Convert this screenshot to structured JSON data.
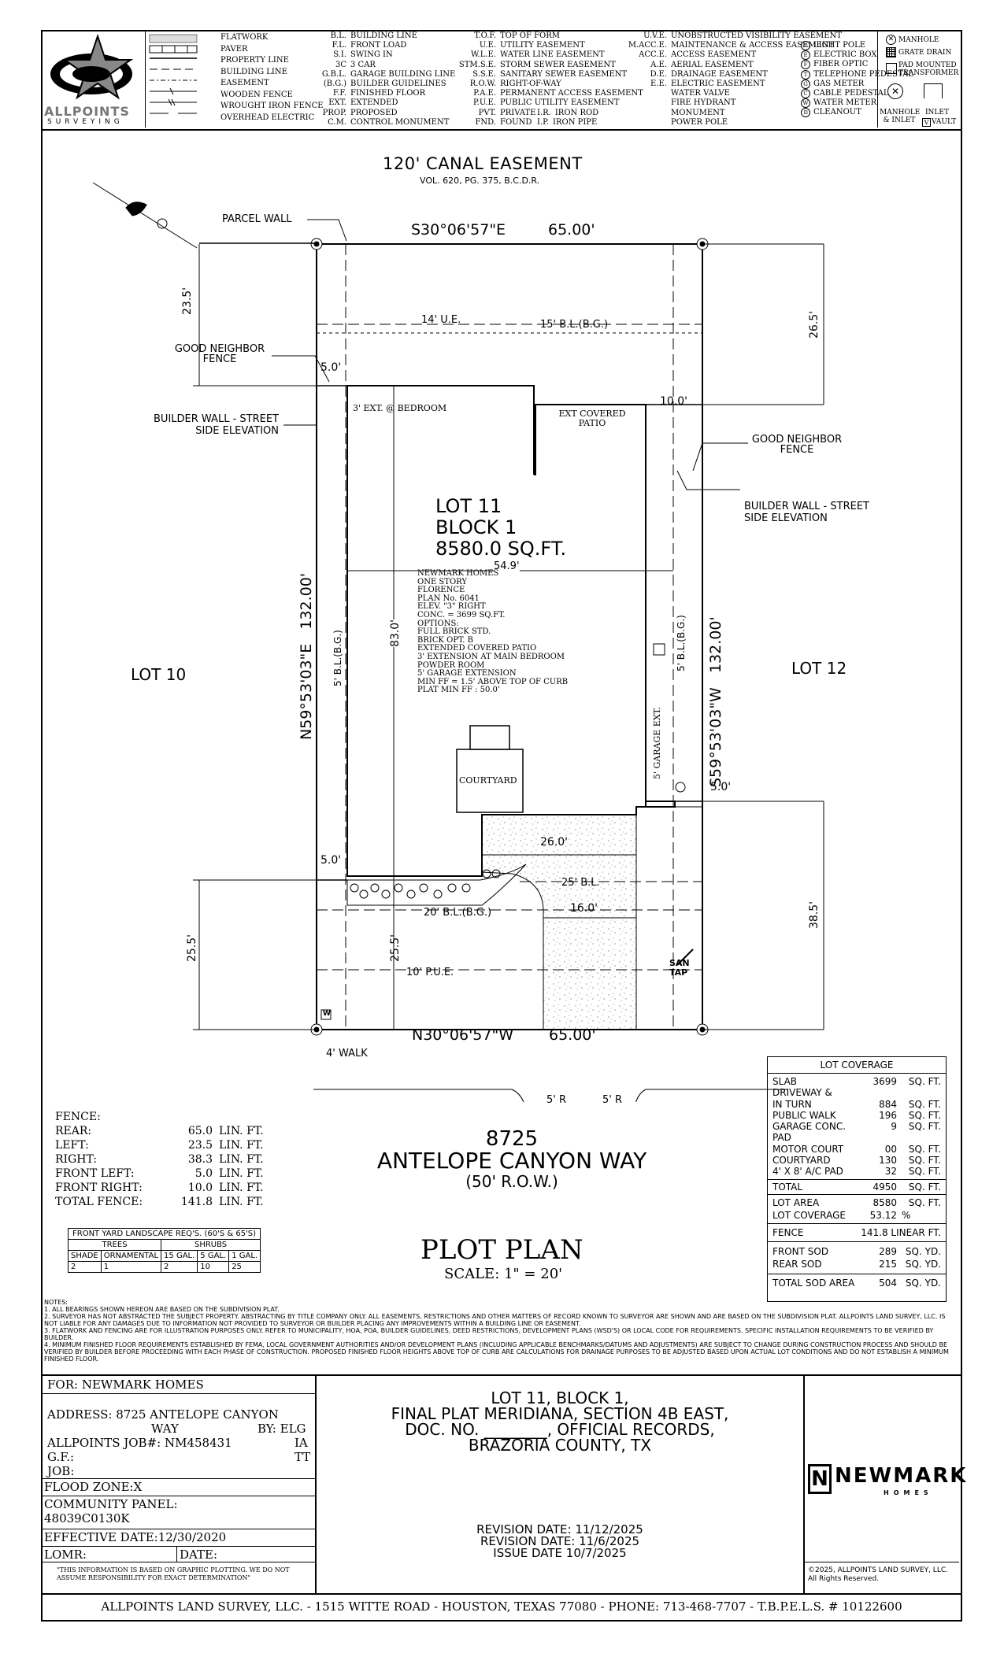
{
  "legend": {
    "brand_name": "ALLPOINTS",
    "brand_sub": "SURVEYING",
    "line_items": [
      "FLATWORK",
      "PAVER",
      "PROPERTY LINE",
      "BUILDING LINE",
      "EASEMENT",
      "WOODEN FENCE",
      "WROUGHT IRON FENCE",
      "OVERHEAD ELECTRIC"
    ],
    "abbr_col1": [
      {
        "code": "B.L.",
        "text": "BUILDING LINE"
      },
      {
        "code": "F.L.",
        "text": "FRONT LOAD"
      },
      {
        "code": "S.I.",
        "text": "SWING IN"
      },
      {
        "code": "3C",
        "text": "3 CAR"
      },
      {
        "code": "G.B.L.",
        "text": "GARAGE BUILDING LINE"
      },
      {
        "code": "(B.G.)",
        "text": "BUILDER GUIDELINES"
      },
      {
        "code": "F.F.",
        "text": "FINISHED FLOOR"
      },
      {
        "code": "EXT.",
        "text": "EXTENDED"
      },
      {
        "code": "PROP.",
        "text": "PROPOSED"
      },
      {
        "code": "C.M.",
        "text": "CONTROL MONUMENT"
      }
    ],
    "abbr_col2": [
      {
        "code": "T.O.F.",
        "text": "TOP OF FORM"
      },
      {
        "code": "U.E.",
        "text": "UTILITY EASEMENT"
      },
      {
        "code": "W.L.E.",
        "text": "WATER LINE EASEMENT"
      },
      {
        "code": "STM.S.E.",
        "text": "STORM SEWER EASEMENT"
      },
      {
        "code": "S.S.E.",
        "text": "SANITARY SEWER EASEMENT"
      },
      {
        "code": "R.O.W.",
        "text": "RIGHT-OF-WAY"
      },
      {
        "code": "P.A.E.",
        "text": "PERMANENT ACCESS EASEMENT"
      },
      {
        "code": "P.U.E.",
        "text": "PUBLIC UTILITY EASEMENT"
      },
      {
        "code": "PVT.",
        "text": "PRIVATE"
      },
      {
        "code": "FND.",
        "text": "FOUND"
      }
    ],
    "abbr_col2b": [
      {
        "code": "I.R.",
        "text": "IRON ROD"
      },
      {
        "code": "I.P.",
        "text": "IRON PIPE"
      }
    ],
    "abbr_col3": [
      {
        "code": "U.V.E.",
        "text": "UNOBSTRUCTED VISIBILITY EASEMENT"
      },
      {
        "code": "M.ACC.E.",
        "text": "MAINTENANCE & ACCESS EASEMENT"
      },
      {
        "code": "ACC.E.",
        "text": "ACCESS EASEMENT"
      },
      {
        "code": "A.E.",
        "text": "AERIAL EASEMENT"
      },
      {
        "code": "D.E.",
        "text": "DRAINAGE EASEMENT"
      },
      {
        "code": "E.E.",
        "text": "ELECTRIC EASEMENT"
      },
      {
        "code": "",
        "text": "WATER VALVE"
      },
      {
        "code": "",
        "text": "FIRE HYDRANT"
      },
      {
        "code": "",
        "text": "MONUMENT"
      },
      {
        "code": "",
        "text": "POWER POLE"
      }
    ],
    "abbr_col4": [
      "LIGHT POLE",
      "ELECTRIC BOX",
      "FIBER OPTIC",
      "TELEPHONE PEDESTAL",
      "GAS METER",
      "CABLE PEDESTAL",
      "WATER METER",
      "CLEANOUT"
    ],
    "abbr_col4_marks": [
      "☼",
      "E",
      "F",
      "T",
      "G",
      "C",
      "W",
      "⊡"
    ],
    "right": {
      "manhole": "MANHOLE",
      "grate": "GRATE DRAIN",
      "pad": "PAD MOUNTED TRANSFORMER",
      "mh_inlet": "MANHOLE & INLET",
      "inlet": "INLET",
      "vault": "VAULT",
      "vault_mark": "V"
    }
  },
  "plan": {
    "canal": "120' CANAL EASEMENT",
    "canal_vol": "VOL. 620, PG. 375, B.C.D.R.",
    "parcel_wall": "PARCEL WALL",
    "top_bearing": "S30°06'57\"E",
    "top_dist": "65.00'",
    "bottom_bearing": "N30°06'57\"W",
    "bottom_dist": "65.00'",
    "left_bearing": "N59°53'03\"E",
    "left_dist": "132.00'",
    "right_bearing": "S59°53'03\"W",
    "right_dist": "132.00'",
    "dim_23_5": "23.5'",
    "dim_26_5": "26.5'",
    "ue14": "14' U.E.",
    "bl15": "15' B.L.(B.G.)",
    "good_neighbor_left": "GOOD NEIGHBOR FENCE",
    "five_left_top": "5.0'",
    "builder_wall_left": "BUILDER WALL - STREET SIDE ELEVATION",
    "ext_bedroom": "3' EXT. @ BEDROOM",
    "ext_patio": "EXT COVERED PATIO",
    "ten": "10.0'",
    "good_neighbor_right": "GOOD NEIGHBOR FENCE",
    "builder_wall_right": "BUILDER WALL - STREET SIDE ELEVATION",
    "lot": "LOT 11",
    "block": "BLOCK 1",
    "sqft": "8580.0 SQ.FT.",
    "width": "54.9'",
    "depth": "83.0'",
    "side_bl_left": "5' B.L.(B.G.)",
    "side_bl_right": "5' B.L.(B.G.)",
    "house_notes": [
      "NEWMARK HOMES",
      "ONE STORY",
      "FLORENCE",
      "PLAN No. 6041",
      "ELEV. \"3\" RIGHT",
      "CONC. = 3699 SQ.FT.",
      "OPTIONS:",
      "FULL BRICK STD.",
      "BRICK OPT. B",
      "EXTENDED COVERED PATIO",
      "3' EXTENSION AT MAIN BEDROOM",
      "POWDER ROOM",
      "5' GARAGE EXTENSION",
      "MIN FF = 1.5' ABOVE TOP OF CURB",
      "PLAT MIN FF : 50.0'"
    ],
    "lot10": "LOT 10",
    "lot12": "LOT 12",
    "courtyard": "COURTYARD",
    "garage_ext": "5' GARAGE EXT.",
    "five_right": "5.0'",
    "five_left_bottom": "5.0'",
    "twentysix": "26.0'",
    "bl25": "25' B.L.",
    "sixteen": "16.0'",
    "bl20": "20' B.L.(B.G.)",
    "dim_38_5": "38.5'",
    "dim_25_5a": "25.5'",
    "dim_25_5b": "25.5'",
    "pue10": "10' P.U.E.",
    "san_tap": "SAN TAP",
    "w_mark": "W",
    "walk": "4' WALK",
    "r_left": "5' R",
    "r_right": "5' R"
  },
  "fence": {
    "title": "FENCE:",
    "rows": [
      {
        "label": "REAR:",
        "value": "65.0",
        "unit": "LIN. FT."
      },
      {
        "label": "LEFT:",
        "value": "23.5",
        "unit": "LIN. FT."
      },
      {
        "label": "RIGHT:",
        "value": "38.3",
        "unit": "LIN. FT."
      },
      {
        "label": "FRONT LEFT:",
        "value": "5.0",
        "unit": "LIN. FT."
      },
      {
        "label": "FRONT RIGHT:",
        "value": "10.0",
        "unit": "LIN. FT."
      },
      {
        "label": "TOTAL FENCE:",
        "value": "141.8",
        "unit": "LIN. FT."
      }
    ]
  },
  "street": {
    "number": "8725",
    "name": "ANTELOPE CANYON WAY",
    "row": "(50' R.O.W.)"
  },
  "landscape": {
    "title": "FRONT YARD LANDSCAPE REQ'S. (60'S & 65'S)",
    "trees": "TREES",
    "shrubs": "SHRUBS",
    "headers": [
      "SHADE",
      "ORNAMENTAL",
      "15 GAL.",
      "5 GAL.",
      "1 GAL."
    ],
    "values": [
      "2",
      "1",
      "2",
      "10",
      "25"
    ]
  },
  "plot_title": "PLOT PLAN",
  "scale": "SCALE: 1\" = 20'",
  "coverage": {
    "title": "LOT COVERAGE",
    "rows1": [
      {
        "label": "SLAB",
        "value": "3699",
        "unit": "SQ. FT."
      },
      {
        "label": "DRIVEWAY &",
        "value": "",
        "unit": ""
      },
      {
        "label": "IN TURN",
        "value": "884",
        "unit": "SQ. FT."
      },
      {
        "label": "PUBLIC WALK",
        "value": "196",
        "unit": "SQ. FT."
      },
      {
        "label": "GARAGE CONC. PAD",
        "value": "9",
        "unit": "SQ. FT."
      },
      {
        "label": "MOTOR COURT",
        "value": "00",
        "unit": "SQ. FT."
      },
      {
        "label": "COURTYARD",
        "value": "130",
        "unit": "SQ. FT."
      },
      {
        "label": "4' X 8' A/C PAD",
        "value": "32",
        "unit": "SQ. FT."
      }
    ],
    "total": {
      "label": "TOTAL",
      "value": "4950",
      "unit": "SQ. FT."
    },
    "area": {
      "label": "LOT AREA",
      "value": "8580",
      "unit": "SQ. FT."
    },
    "cov": {
      "label": "LOT COVERAGE",
      "value": "53.12",
      "unit": "%"
    },
    "fence": {
      "label": "FENCE",
      "value": "141.8 LINEAR FT."
    },
    "front_sod": {
      "label": "FRONT SOD",
      "value": "289",
      "unit": "SQ. YD."
    },
    "rear_sod": {
      "label": "REAR SOD",
      "value": "215",
      "unit": "SQ. YD."
    },
    "total_sod": {
      "label": "TOTAL SOD AREA",
      "value": "504",
      "unit": "SQ. YD."
    }
  },
  "notes": {
    "title": "NOTES:",
    "items": [
      "1. ALL BEARINGS SHOWN HEREON ARE BASED ON THE SUBDIVISION PLAT.",
      "2. SURVEYOR HAS NOT ABSTRACTED THE SUBJECT PROPERTY. ABSTRACTING BY TITLE COMPANY ONLY. ALL EASEMENTS, RESTRICTIONS AND OTHER MATTERS OF RECORD KNOWN TO SURVEYOR ARE SHOWN AND ARE BASED ON THE SUBDIVISION PLAT. ALLPOINTS LAND SURVEY, LLC. IS NOT LIABLE FOR ANY DAMAGES DUE TO INFORMATION NOT PROVIDED TO SURVEYOR OR BUILDER PLACING ANY IMPROVEMENTS WITHIN A BUILDING LINE OR EASEMENT.",
      "3. FLATWORK AND FENCING ARE FOR ILLUSTRATION PURPOSES ONLY. REFER TO MUNICIPALITY, HOA, POA, BUILDER GUIDELINES, DEED RESTRICTIONS, DEVELOPMENT PLANS (WSD'S) OR LOCAL CODE FOR REQUIREMENTS. SPECIFIC INSTALLATION REQUIREMENTS TO BE VERIFIED BY BUILDER.",
      "4. MINIMUM FINISHED FLOOR REQUIREMENTS ESTABLISHED BY FEMA, LOCAL GOVERNMENT AUTHORITIES AND/OR DEVELOPMENT PLANS (INCLUDING APPLICABLE BENCHMARKS/DATUMS AND ADJUSTMENTS) ARE SUBJECT TO CHANGE DURING CONSTRUCTION PROCESS AND SHOULD BE VERIFIED BY BUILDER BEFORE PROCEEDING WITH EACH PHASE OF CONSTRUCTION. PROPOSED FINISHED FLOOR HEIGHTS ABOVE TOP OF CURB ARE CALCULATIONS FOR DRAINAGE PURPOSES TO BE ADJUSTED BASED UPON ACTUAL LOT CONDITIONS AND DO NOT ESTABLISH A MINIMUM FINISHED FLOOR."
    ]
  },
  "titleblock": {
    "for": "FOR: NEWMARK HOMES",
    "address_label": "ADDRESS: 8725 ANTELOPE CANYON",
    "address_cont": "WAY",
    "by": "BY: ELG",
    "job_label": "ALLPOINTS JOB#: NM458431",
    "job_init": "IA",
    "gf": "G.F.:",
    "gf_init": "TT",
    "job": "JOB:",
    "flood": "FLOOD ZONE:X",
    "community": "COMMUNITY PANEL:",
    "panel": "48039C0130K",
    "effective": "EFFECTIVE DATE:12/30/2020",
    "lomr": "LOMR:",
    "date": "DATE:",
    "disclaimer": "\"THIS INFORMATION IS BASED ON GRAPHIC PLOTTING. WE DO NOT ASSUME RESPONSIBILITY FOR EXACT DETERMINATION\"",
    "legal1": "LOT 11, BLOCK 1,",
    "legal2": "FINAL PLAT MERIDIANA, SECTION 4B EAST,",
    "legal3": "DOC. NO. ________, OFFICIAL RECORDS,",
    "legal4": "BRAZORIA COUNTY, TX",
    "rev1": "REVISION DATE: 11/12/2025",
    "rev2": "REVISION DATE: 11/6/2025",
    "issue": "ISSUE DATE 10/7/2025",
    "logo_word": "NEWMARK",
    "logo_sub": "HOMES",
    "logo_mark": "N",
    "copyright": "©2025, ALLPOINTS LAND SURVEY, LLC. All Rights Reserved.",
    "footer": "ALLPOINTS LAND SURVEY, LLC. - 1515 WITTE ROAD - HOUSTON, TEXAS 77080 - PHONE: 713-468-7707 - T.B.P.E.L.S. # 10122600"
  }
}
